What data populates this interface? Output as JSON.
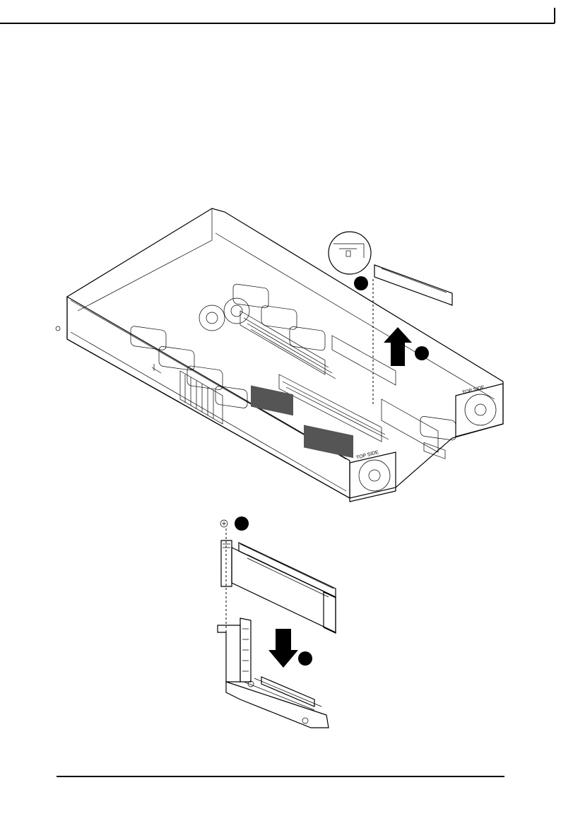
{
  "page": {
    "figure_top": "server chassis with riser bracket removal",
    "figure_bottom": "riser bracket with expansion card installation"
  },
  "icons": {
    "step_badge": "filled-circle",
    "arrow_up": "up-arrow-icon",
    "arrow_down": "down-arrow-icon",
    "fan": "fan-icon",
    "screw": "screw-icon"
  },
  "labels": {
    "fan_left": "TOP SIDE",
    "fan_right": "TOP SIDE"
  }
}
